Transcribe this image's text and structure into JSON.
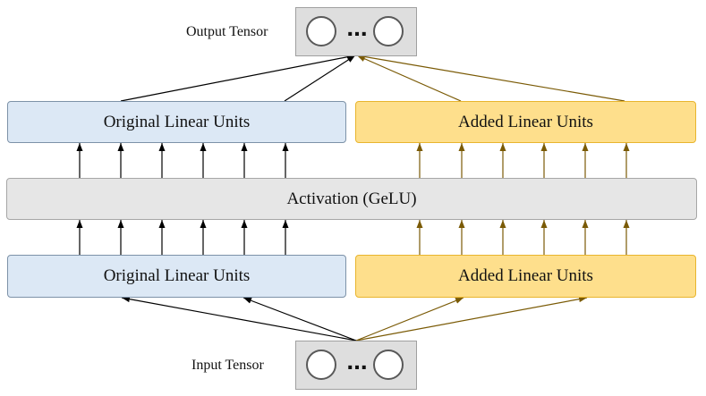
{
  "output": {
    "label": "Output Tensor",
    "ellipsis": "..."
  },
  "input": {
    "label": "Input Tensor",
    "ellipsis": "..."
  },
  "upper_layer": {
    "original_label": "Original Linear Units",
    "added_label": "Added Linear Units"
  },
  "activation": {
    "label": "Activation (GeLU)"
  },
  "lower_layer": {
    "original_label": "Original Linear Units",
    "added_label": "Added Linear Units"
  },
  "colors": {
    "original_fill": "#dce8f5",
    "added_fill": "#fedf8c",
    "activation_fill": "#e6e6e6",
    "original_arrow": "#000000",
    "added_arrow": "#7a5a05"
  }
}
